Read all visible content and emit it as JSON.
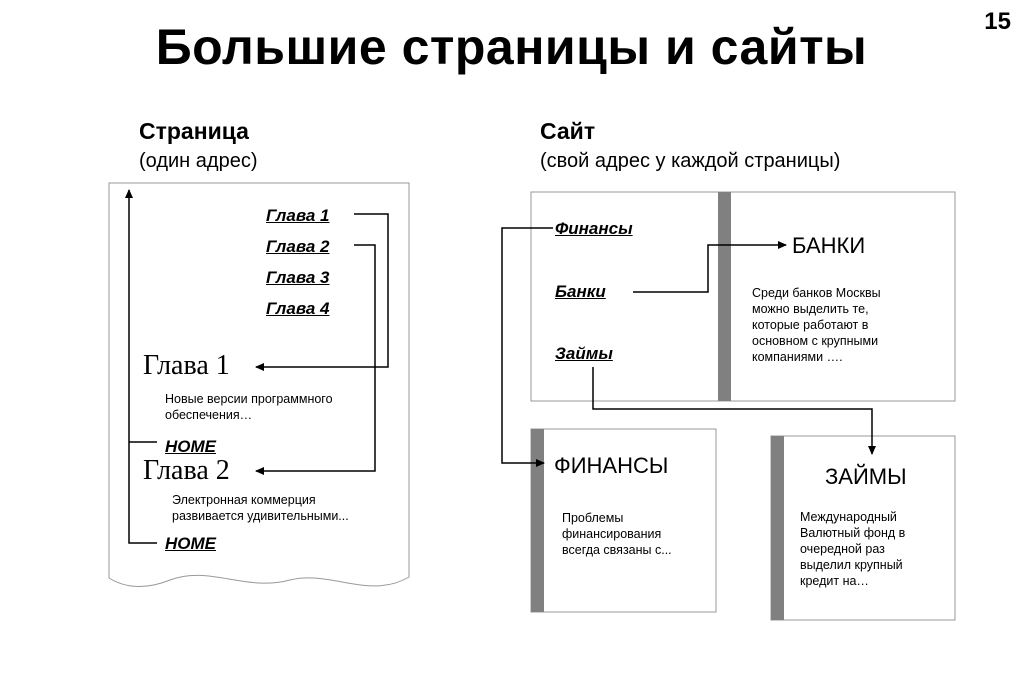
{
  "slide": {
    "title": "Большие страницы и сайты",
    "number": "15"
  },
  "page_column": {
    "heading": "Страница",
    "subheading": "(один адрес)",
    "toc": [
      "Глава 1",
      "Глава 2",
      "Глава 3",
      "Глава 4"
    ],
    "chapter1": {
      "title": "Глава 1",
      "text": "Новые версии программного обеспечения…"
    },
    "home1": "HOME",
    "chapter2": {
      "title": "Глава 2",
      "text": "Электронная коммерция развивается удивительными..."
    },
    "home2": "HOME"
  },
  "site_column": {
    "heading": "Сайт",
    "subheading": "(свой адрес у каждой страницы)",
    "menu": [
      "Финансы",
      "Банки",
      "Займы"
    ],
    "banks_page": {
      "title": "БАНКИ",
      "text": "Среди банков Москвы можно выделить те, которые работают в основном с крупными компаниями …."
    },
    "finance_page": {
      "title": "ФИНАНСЫ",
      "text": "Проблемы финансирования всегда связаны с..."
    },
    "loans_page": {
      "title": "ЗАЙМЫ",
      "text": "Международный Валютный фонд в очередной раз выделил крупный кредит на…"
    }
  },
  "colors": {
    "bar": "#808080",
    "border": "#999999"
  }
}
